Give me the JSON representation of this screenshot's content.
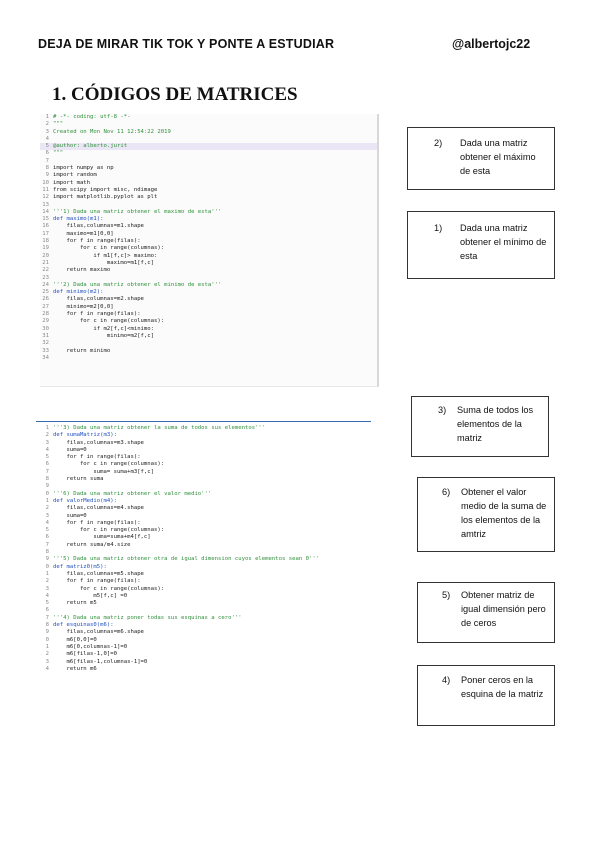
{
  "header": {
    "left": "DEJA DE MIRAR TIK TOK Y PONTE A ESTUDIAR",
    "right": "@albertojc22"
  },
  "title": "1. CÓDIGOS DE MATRICES",
  "notes": [
    {
      "num": "2)",
      "text": "Dada una matriz obtener el máximo de esta"
    },
    {
      "num": "1)",
      "text": "Dada una matriz obtener el mínimo de esta"
    },
    {
      "num": "3)",
      "text": "Suma de todos los elementos de la matriz"
    },
    {
      "num": "6)",
      "text": "Obtener el valor medio de la suma de los elementos de la amtriz"
    },
    {
      "num": "5)",
      "text": "Obtener matriz de igual dimensión pero de ceros"
    },
    {
      "num": "4)",
      "text": "Poner ceros en la esquina de la matriz"
    }
  ],
  "code1": [
    {
      "n": "1",
      "t": "# -*- coding: utf-8 -*-",
      "c": "cm"
    },
    {
      "n": "2",
      "t": "\"\"\"",
      "c": "cm"
    },
    {
      "n": "3",
      "t": "Created on Mon Nov 11 12:54:22 2019",
      "c": "cm"
    },
    {
      "n": "4",
      "t": "",
      "c": ""
    },
    {
      "n": "5",
      "t": "@author: alberto.jurit",
      "c": "cm hl"
    },
    {
      "n": "6",
      "t": "\"\"\"",
      "c": "cm"
    },
    {
      "n": "7",
      "t": "",
      "c": ""
    },
    {
      "n": "8",
      "t": "import numpy as np",
      "c": ""
    },
    {
      "n": "9",
      "t": "import random",
      "c": ""
    },
    {
      "n": "10",
      "t": "import math",
      "c": ""
    },
    {
      "n": "11",
      "t": "from scipy import misc, ndimage",
      "c": ""
    },
    {
      "n": "12",
      "t": "import matplotlib.pyplot as plt",
      "c": ""
    },
    {
      "n": "13",
      "t": "",
      "c": ""
    },
    {
      "n": "14",
      "t": "'''1) Dada una matriz obtener el maximo de esta'''",
      "c": "cm"
    },
    {
      "n": "15",
      "t": "def maximo(m1):",
      "c": "kw"
    },
    {
      "n": "16",
      "t": "    filas,columnas=m1.shape",
      "c": ""
    },
    {
      "n": "17",
      "t": "    maximo=m1[0,0]",
      "c": ""
    },
    {
      "n": "18",
      "t": "    for f in range(filas):",
      "c": ""
    },
    {
      "n": "19",
      "t": "        for c in range(columnas):",
      "c": ""
    },
    {
      "n": "20",
      "t": "            if m1[f,c]> maximo:",
      "c": ""
    },
    {
      "n": "21",
      "t": "                maximo=m1[f,c]",
      "c": ""
    },
    {
      "n": "22",
      "t": "    return maximo",
      "c": ""
    },
    {
      "n": "23",
      "t": "",
      "c": ""
    },
    {
      "n": "24",
      "t": "'''2) Dada una matriz obtener el minimo de esta'''",
      "c": "cm"
    },
    {
      "n": "25",
      "t": "def minimo(m2):",
      "c": "kw"
    },
    {
      "n": "26",
      "t": "    filas,columnas=m2.shape",
      "c": ""
    },
    {
      "n": "27",
      "t": "    minimo=m2[0,0]",
      "c": ""
    },
    {
      "n": "28",
      "t": "    for f in range(filas):",
      "c": ""
    },
    {
      "n": "29",
      "t": "        for c in range(columnas):",
      "c": ""
    },
    {
      "n": "30",
      "t": "            if m2[f,c]<minimo:",
      "c": ""
    },
    {
      "n": "31",
      "t": "                minimo=m2[f,c]",
      "c": ""
    },
    {
      "n": "32",
      "t": "",
      "c": ""
    },
    {
      "n": "33",
      "t": "    return minimo",
      "c": ""
    },
    {
      "n": "34",
      "t": "",
      "c": ""
    }
  ],
  "code2": [
    {
      "n": "1",
      "t": "'''3) Dada una matriz obtener la suma de todos sus elementos'''",
      "c": "cm"
    },
    {
      "n": "2",
      "t": "def sumaMatriz(m3):",
      "c": "kw"
    },
    {
      "n": "3",
      "t": "    filas,columnas=m3.shape",
      "c": ""
    },
    {
      "n": "4",
      "t": "    suma=0",
      "c": ""
    },
    {
      "n": "5",
      "t": "    for f in range(filas):",
      "c": ""
    },
    {
      "n": "6",
      "t": "        for c in range(columnas):",
      "c": ""
    },
    {
      "n": "7",
      "t": "            suma= suma+m3[f,c]",
      "c": ""
    },
    {
      "n": "8",
      "t": "    return suma",
      "c": ""
    },
    {
      "n": "9",
      "t": "",
      "c": ""
    },
    {
      "n": "0",
      "t": "'''6) Dada una matriz obtener el valor medio'''",
      "c": "cm"
    },
    {
      "n": "1",
      "t": "def valorMedio(m4):",
      "c": "kw"
    },
    {
      "n": "2",
      "t": "    filas,columnas=m4.shape",
      "c": ""
    },
    {
      "n": "3",
      "t": "    suma=0",
      "c": ""
    },
    {
      "n": "4",
      "t": "    for f in range(filas):",
      "c": ""
    },
    {
      "n": "5",
      "t": "        for c in range(columnas):",
      "c": ""
    },
    {
      "n": "6",
      "t": "            suma=suma+m4[f,c]",
      "c": ""
    },
    {
      "n": "7",
      "t": "    return suma/m4.size",
      "c": ""
    },
    {
      "n": "8",
      "t": "",
      "c": ""
    },
    {
      "n": "9",
      "t": "'''5) Dada una matriz obtener otra de igual dimension cuyos elementos sean 0'''",
      "c": "cm"
    },
    {
      "n": "0",
      "t": "def matriz0(m5):",
      "c": "kw"
    },
    {
      "n": "1",
      "t": "    filas,columnas=m5.shape",
      "c": ""
    },
    {
      "n": "2",
      "t": "    for f in range(filas):",
      "c": ""
    },
    {
      "n": "3",
      "t": "        for c in range(columnas):",
      "c": ""
    },
    {
      "n": "4",
      "t": "            m5[f,c] =0",
      "c": ""
    },
    {
      "n": "5",
      "t": "    return m5",
      "c": ""
    },
    {
      "n": "6",
      "t": "",
      "c": ""
    },
    {
      "n": "7",
      "t": "'''4) Dada una matriz poner todas sus esquinas a cero'''",
      "c": "cm"
    },
    {
      "n": "8",
      "t": "def esquinas0(m6):",
      "c": "kw"
    },
    {
      "n": "9",
      "t": "    filas,columnas=m6.shape",
      "c": ""
    },
    {
      "n": "0",
      "t": "    m6[0,0]=0",
      "c": ""
    },
    {
      "n": "1",
      "t": "    m6[0,columnas-1]=0",
      "c": ""
    },
    {
      "n": "2",
      "t": "    m6[filas-1,0]=0",
      "c": ""
    },
    {
      "n": "3",
      "t": "    m6[filas-1,columnas-1]=0",
      "c": ""
    },
    {
      "n": "4",
      "t": "    return m6",
      "c": ""
    }
  ]
}
